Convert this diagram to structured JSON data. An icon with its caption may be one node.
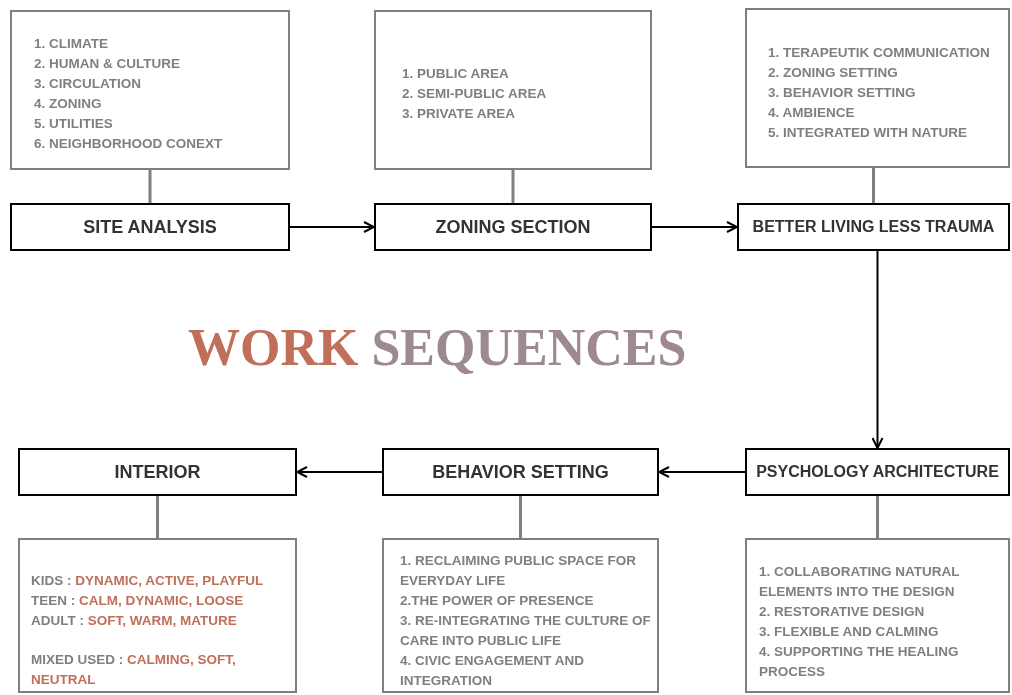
{
  "diagram": {
    "title": "WORK SEQUENCES",
    "nodes": [
      {
        "text": [
          "1. CLIMATE",
          "2. HUMAN & CULTURE",
          "3. CIRCULATION",
          "4. ZONING",
          "5. UTILITIES",
          "6. NEIGHBORHOOD CONEXT"
        ]
      },
      {
        "text": [
          "SITE ANALYSIS"
        ]
      },
      {
        "text": [
          "1. PUBLIC AREA",
          "2. SEMI-PUBLIC AREA",
          "3. PRIVATE AREA"
        ]
      },
      {
        "text": [
          "ZONING SECTION"
        ]
      },
      {
        "text": [
          "1. TERAPEUTIK COMMUNICATION",
          "2. ZONING SETTING",
          "3. BEHAVIOR SETTING",
          "4. AMBIENCE",
          "5. INTEGRATED WITH NATURE"
        ]
      },
      {
        "text": [
          "BETTER LIVING LESS TRAUMA"
        ]
      },
      {
        "text": [
          "INTERIOR"
        ]
      },
      {
        "text": [
          "BEHAVIOR SETTING"
        ]
      },
      {
        "text": [
          "PSYCHOLOGY ARCHITECTURE"
        ]
      },
      {
        "text": [
          "KIDS : DYNAMIC, ACTIVE, PLAYFUL",
          "TEEN : CALM, DYNAMIC, LOOSE",
          "ADULT : SOFT, WARM, MATURE",
          "MIXED USED : CALMING, SOFT, NEUTRAL"
        ]
      },
      {
        "text": [
          "1. RECLAIMING PUBLIC SPACE FOR EVERYDAY LIFE",
          "2.THE POWER OF PRESENCE",
          "3. RE-INTEGRATING THE CULTURE OF CARE INTO PUBLIC LIFE",
          "4. CIVIC ENGAGEMENT AND INTEGRATION"
        ]
      },
      {
        "text": [
          "1. COLLABORATING NATURAL ELEMENTS INTO THE DESIGN",
          "2. RESTORATIVE DESIGN",
          "3. FLEXIBLE AND CALMING",
          "4. SUPPORTING THE HEALING PROCESS"
        ]
      }
    ],
    "edges": [
      {
        "from": 0,
        "to": 1,
        "arrow": "none"
      },
      {
        "from": 2,
        "to": 3,
        "arrow": "none"
      },
      {
        "from": 4,
        "to": 5,
        "arrow": "none"
      },
      {
        "from": 1,
        "to": 3,
        "arrow": "to",
        "color": "#000000"
      },
      {
        "from": 3,
        "to": 5,
        "arrow": "to",
        "color": "#000000"
      },
      {
        "from": 5,
        "to": 8,
        "arrow": "to",
        "color": "#000000"
      },
      {
        "from": 8,
        "to": 7,
        "arrow": "to",
        "color": "#000000"
      },
      {
        "from": 7,
        "to": 6,
        "arrow": "to",
        "color": "#000000"
      },
      {
        "from": 6,
        "to": 9,
        "arrow": "none"
      },
      {
        "from": 7,
        "to": 10,
        "arrow": "none"
      },
      {
        "from": 8,
        "to": 11,
        "arrow": "none"
      }
    ]
  }
}
